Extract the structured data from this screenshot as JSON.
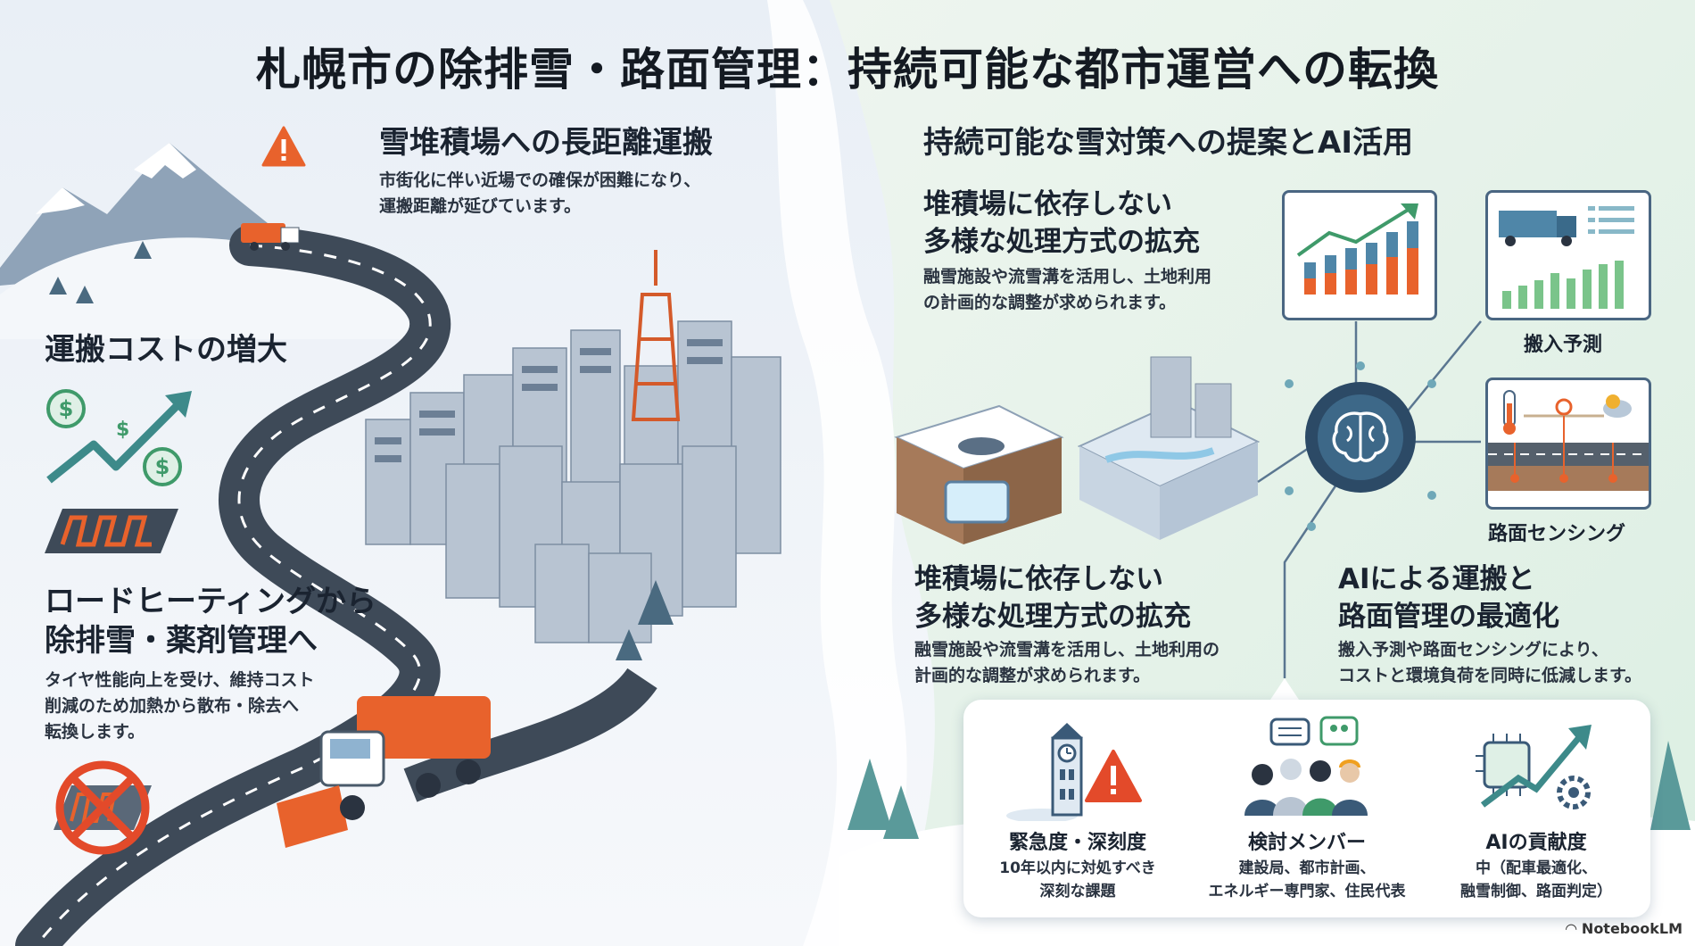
{
  "title": "札幌市の除排雪・路面管理：持続可能な都市運営への転換",
  "left": {
    "section1": {
      "heading": "雪堆積場への長距離運搬",
      "body": [
        "市街化に伴い近場での確保が困難になり、",
        "運搬距離が延びています。"
      ]
    },
    "section2": {
      "heading": "運搬コストの増大"
    },
    "section3": {
      "heading": [
        "ロードヒーティングから",
        "除排雪・薬剤管理へ"
      ],
      "body": [
        "タイヤ性能向上を受け、維持コスト",
        "削減のため加熱から散布・除去へ",
        "転換します。"
      ]
    }
  },
  "right": {
    "heading": "持続可能な雪対策への提案とAI活用",
    "block1": {
      "heading": [
        "堆積場に依存しない",
        "多様な処理方式の拡充"
      ],
      "body": [
        "融雪施設や流雪溝を活用し、土地利用",
        "の計画的な調整が求められます。"
      ]
    },
    "block2": {
      "heading": [
        "堆積場に依存しない",
        "多様な処理方式の拡充"
      ],
      "body": [
        "融雪施設や流雪溝を活用し、土地利用の",
        "計画的な調整が求められます。"
      ]
    },
    "block3": {
      "heading": [
        "AIによる運搬と",
        "路面管理の最適化"
      ],
      "body": [
        "搬入予測や路面センシングにより、",
        "コストと環境負荷を同時に低減します。"
      ]
    },
    "card_forecast_label": "搬入予測",
    "card_sensing_label": "路面センシング"
  },
  "panel": {
    "col1": {
      "title": "緊急度・深刻度",
      "body": [
        "10年以内に対処すべき",
        "深刻な課題"
      ]
    },
    "col2": {
      "title": "検討メンバー",
      "body": [
        "建設局、都市計画、",
        "エネルギー専門家、住民代表"
      ]
    },
    "col3": {
      "title": "AIの貢献度",
      "body": [
        "中（配車最適化、",
        "融雪制御、路面判定）"
      ]
    }
  },
  "brand": "NotebookLM",
  "colors": {
    "accent_orange": "#e8622c",
    "navy": "#2c4a66",
    "teal": "#3d8a8a",
    "green": "#3f9a6a",
    "warning_red": "#e34a2a"
  },
  "icons": [
    "warning-icon",
    "money-up-icon",
    "road-heating-icon",
    "no-heating-icon",
    "brain-ai-icon",
    "clock-tower-icon",
    "people-icon",
    "ai-growth-icon"
  ]
}
